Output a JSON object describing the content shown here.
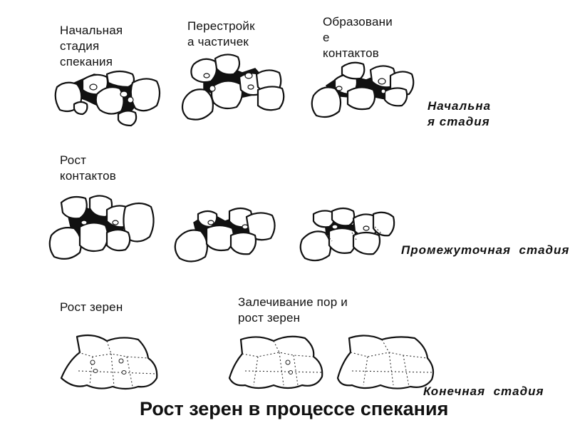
{
  "labels": {
    "initial_sintering": "Начальная\nстадия\nспекания",
    "particle_rearrangement": "Перестройк\nа частичек",
    "contact_formation": "Образовани\nе\nконтактов",
    "contact_growth": "Рост\nконтактов",
    "grain_growth": "Рост зерен",
    "pore_healing": "Залечивание пор и\nрост зерен"
  },
  "stages": {
    "initial": "Начальна\nя стадия",
    "intermediate": "Промежуточная  стадия",
    "final": "Конечная  стадия"
  },
  "title": "Рост зерен в процессе спекания"
}
